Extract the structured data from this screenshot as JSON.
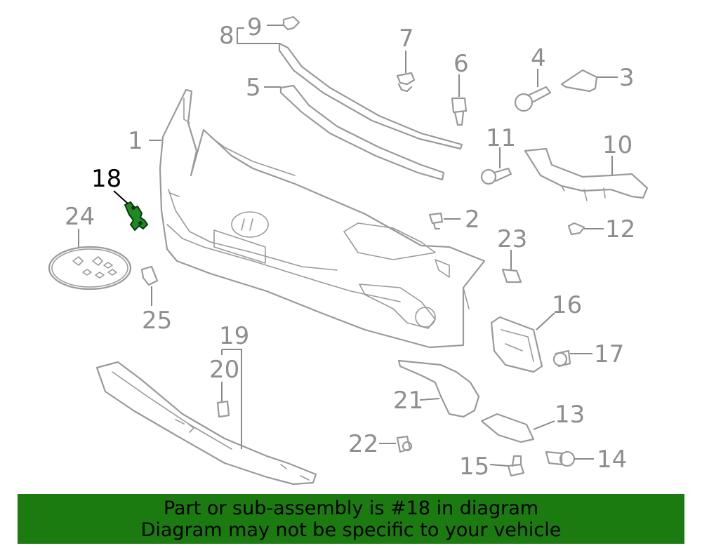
{
  "callouts": {
    "c1": "1",
    "c2": "2",
    "c3": "3",
    "c4": "4",
    "c5": "5",
    "c6": "6",
    "c7": "7",
    "c8": "8",
    "c9": "9",
    "c10": "10",
    "c11": "11",
    "c12": "12",
    "c13": "13",
    "c14": "14",
    "c15": "15",
    "c16": "16",
    "c17": "17",
    "c18": "18",
    "c19": "19",
    "c20": "20",
    "c21": "21",
    "c22": "22",
    "c23": "23",
    "c24": "24",
    "c25": "25"
  },
  "highlighted_part": "18",
  "colors": {
    "highlight": "#1f8a24",
    "banner": "#1b7a10",
    "line": "#9a9a9a"
  },
  "banner": {
    "line1": "Part or sub-assembly is #18 in diagram",
    "line2": "Diagram may not be specific to your vehicle"
  }
}
